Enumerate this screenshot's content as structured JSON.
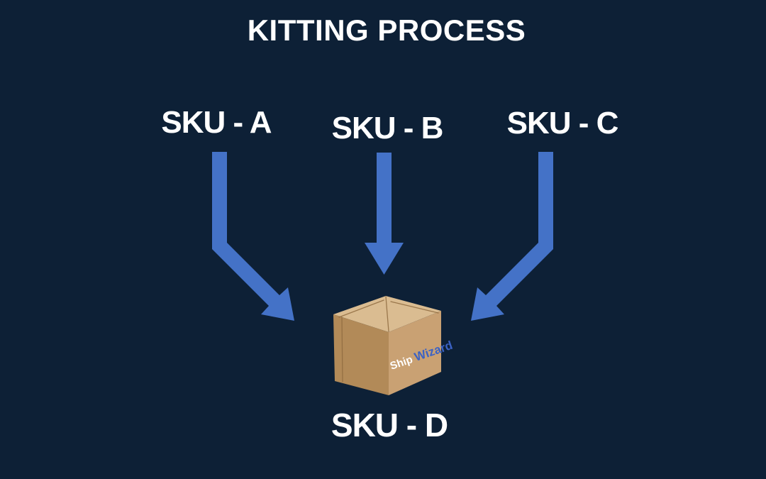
{
  "title": "KITTING PROCESS",
  "labels": {
    "sku_a": "SKU - A",
    "sku_b": "SKU - B",
    "sku_c": "SKU - C",
    "sku_d": "SKU - D"
  },
  "logo": {
    "ship": "Ship",
    "wizard": "Wizard"
  },
  "colors": {
    "background": "#0d2036",
    "arrow": "#4472c7",
    "label_text": "#ffffff",
    "box_top": "#dabc91",
    "box_left": "#b28a58",
    "box_right": "#c9a173",
    "box_seam": "#8f6b40",
    "logo_ship": "#ffffff",
    "logo_wizard": "#3b62c4"
  }
}
